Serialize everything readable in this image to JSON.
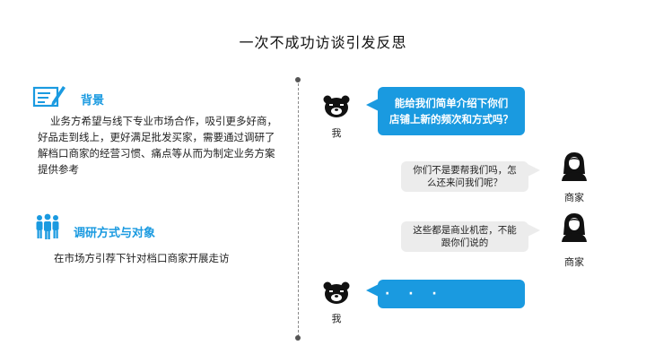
{
  "page": {
    "title": "一次不成功访谈引发反思"
  },
  "left": {
    "background": {
      "heading": "背景",
      "lines": [
        "业务方希望与线下专业市场合作，吸引更多好商，",
        "好品走到线上，更好满足批发买家，需要通过调研了",
        "解档口商家的经营习惯、痛点等从而为制定业务方案",
        "提供参考"
      ]
    },
    "method": {
      "heading": "调研方式与对象",
      "text": "在市场方引荐下针对档口商家开展走访"
    }
  },
  "chat": {
    "me_label": "我",
    "merchant_label": "商家",
    "msg1_lines": [
      "能给我们简单介绍下你们",
      "店铺上新的频次和方式吗？"
    ],
    "msg2_lines": [
      "你们不是要帮我们吗，怎",
      "么还来问我们呢？"
    ],
    "msg3_lines": [
      "这些都是商业机密，不能",
      "跟你们说的"
    ],
    "msg4": "· · ·"
  },
  "colors": {
    "accent": "#1a9ae0",
    "bubble_gray": "#ececec"
  },
  "icons": {
    "background": "document-pen-icon",
    "method": "people-group-icon",
    "me": "bear-avatar-icon",
    "merchant": "woman-avatar-icon"
  }
}
